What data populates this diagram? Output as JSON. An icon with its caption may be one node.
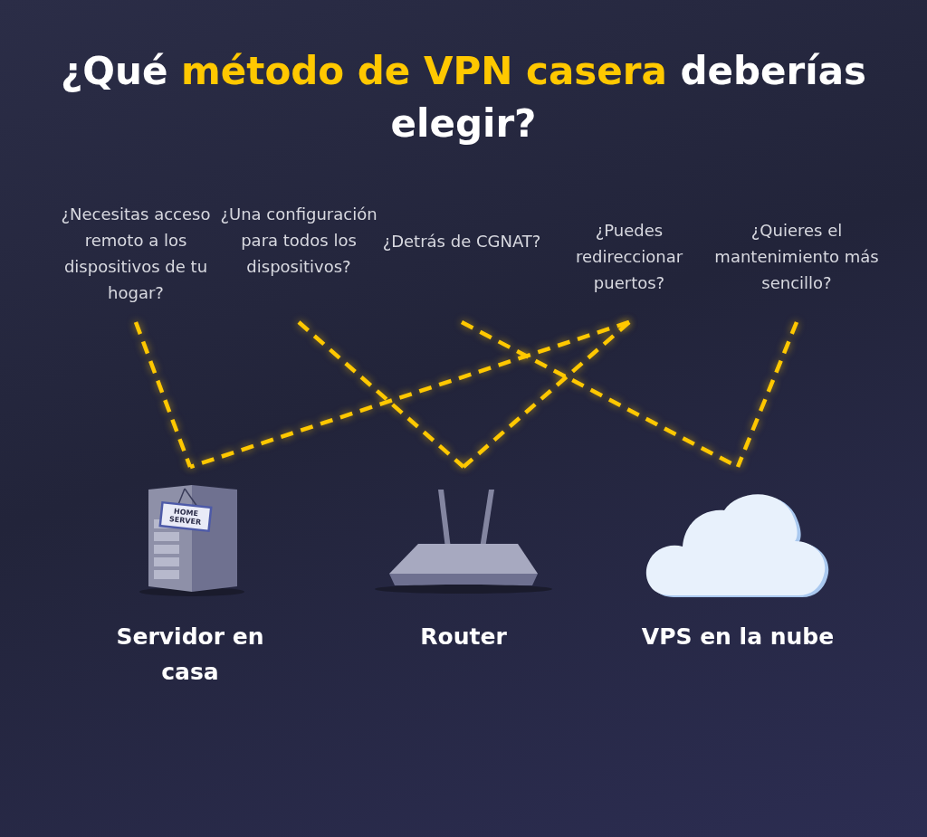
{
  "diagram": {
    "title": "¿Qué **método de VPN casera** deberías elegir?",
    "nodes": [
      {
        "text": [
          "¿Necesitas acceso remoto a los dispositivos de tu hogar?"
        ]
      },
      {
        "text": [
          "¿Una configuración para todos los dispositivos?"
        ]
      },
      {
        "text": [
          "¿Detrás de CGNAT?"
        ]
      },
      {
        "text": [
          "¿Puedes redireccionar puertos?"
        ]
      },
      {
        "text": [
          "¿Quieres el mantenimiento más sencillo?"
        ]
      },
      {
        "text": [
          "Servidor en casa"
        ]
      },
      {
        "text": [
          "Router"
        ]
      },
      {
        "text": [
          "VPS en la nube"
        ]
      }
    ],
    "edges": [
      {
        "from": 0,
        "to": 5,
        "arrow": "none",
        "style": "dashed"
      },
      {
        "from": 1,
        "to": 6,
        "arrow": "none",
        "style": "dashed"
      },
      {
        "from": 2,
        "to": 7,
        "arrow": "none",
        "style": "dashed"
      },
      {
        "from": 3,
        "to": 5,
        "arrow": "none",
        "style": "dashed"
      },
      {
        "from": 3,
        "to": 6,
        "arrow": "none",
        "style": "dashed"
      },
      {
        "from": 4,
        "to": 7,
        "arrow": "none",
        "style": "dashed"
      }
    ],
    "labels": [
      "HOME SERVER"
    ]
  }
}
